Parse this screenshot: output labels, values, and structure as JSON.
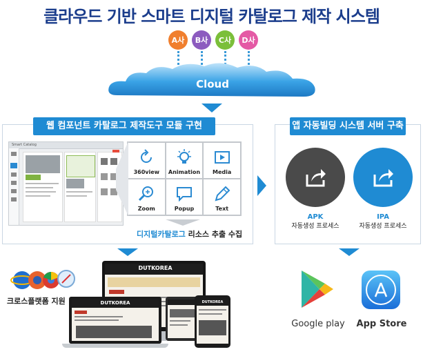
{
  "title": "클라우드 기반 스마트 디지털 카탈로그 제작 시스템",
  "companies": [
    {
      "label": "A사",
      "color": "#f07f2e"
    },
    {
      "label": "B사",
      "color": "#8c5bbf"
    },
    {
      "label": "C사",
      "color": "#7bbf3a"
    },
    {
      "label": "D사",
      "color": "#e45aa5"
    }
  ],
  "cloud_label": "Cloud",
  "left_panel": {
    "banner": "웹 컴포넌트 카탈로그 제작도구 모듈 구현",
    "editor_tab": "Smart Catalog",
    "features": [
      {
        "label": "360view",
        "icon": "rotate-icon"
      },
      {
        "label": "Animation",
        "icon": "lightbulb-icon"
      },
      {
        "label": "Media",
        "icon": "media-player-icon"
      },
      {
        "label": "Zoom",
        "icon": "magnifier-icon"
      },
      {
        "label": "Popup",
        "icon": "speech-bubble-icon"
      },
      {
        "label": "Text",
        "icon": "pencil-icon"
      }
    ],
    "resource_highlight": "디지털카탈로그",
    "resource_rest": " 리소스 추출 수집"
  },
  "right_panel": {
    "banner": "앱 자동빌딩 시스템 서버 구축",
    "apk": {
      "title": "APK",
      "sub": "자동생성 프로세스",
      "color": "#4a4a4a"
    },
    "ipa": {
      "title": "IPA",
      "sub": "자동생성 프로세스",
      "color": "#1f8bd3"
    }
  },
  "devices": {
    "brand": "DUTKOREA",
    "cross_platform": "크로스플랫폼 지원"
  },
  "stores": {
    "google": "Google play",
    "apple": "App Store"
  },
  "colors": {
    "accent": "#1f8bd3",
    "title": "#1b3d8c"
  }
}
